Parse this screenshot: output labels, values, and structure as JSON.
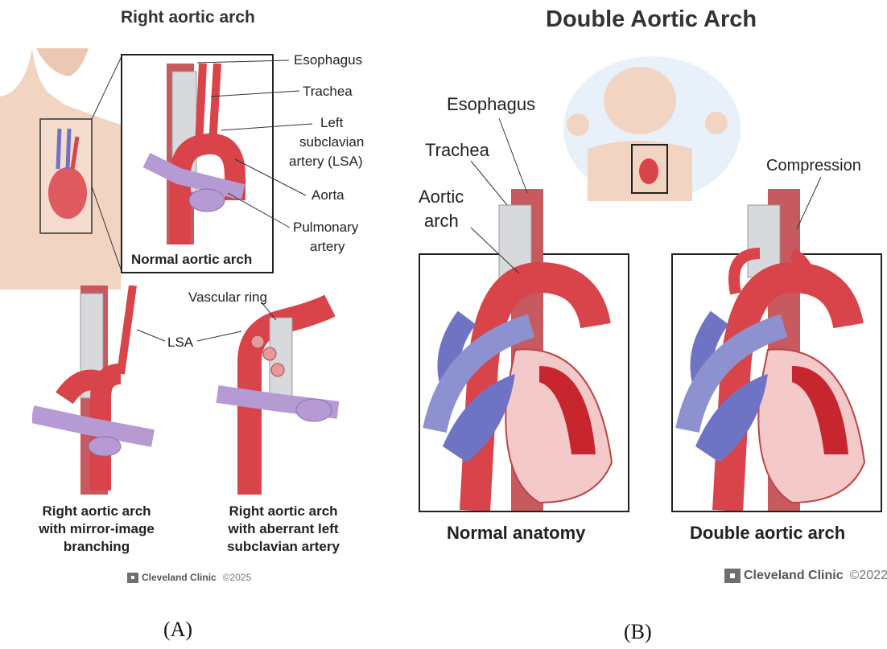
{
  "panel_a": {
    "title": "Right aortic arch",
    "labels": {
      "esophagus": "Esophagus",
      "trachea": "Trachea",
      "lsa_full": [
        "Left",
        "subclavian",
        "artery (LSA)"
      ],
      "aorta": "Aorta",
      "pulmonary": [
        "Pulmonary",
        "artery"
      ],
      "normal": "Normal aortic arch",
      "vascular_ring": "Vascular ring",
      "lsa": "LSA"
    },
    "captions": {
      "mirror": [
        "Right aortic arch",
        "with mirror-image",
        "branching"
      ],
      "aberrant": [
        "Right aortic arch",
        "with aberrant left",
        "subclavian artery"
      ]
    },
    "logo": {
      "brand": "Cleveland Clinic",
      "copyright": "©2025"
    },
    "panel_label": "(A)"
  },
  "panel_b": {
    "title": "Double Aortic Arch",
    "labels": {
      "esophagus": "Esophagus",
      "trachea": "Trachea",
      "aortic_arch": [
        "Aortic",
        "arch"
      ],
      "compression": "Compression"
    },
    "captions": {
      "normal": "Normal anatomy",
      "double": "Double aortic arch"
    },
    "logo": {
      "brand": "Cleveland Clinic",
      "copyright": "©2022"
    },
    "panel_label": "(B)"
  },
  "colors": {
    "aorta_red": "#d9434a",
    "vein_blue": "#6f73c4",
    "pulmonary_purple": "#b59ad3",
    "trachea_gray": "#d7d9dc",
    "muscle": "#c75a5e",
    "skin": "#f1d4c2"
  }
}
